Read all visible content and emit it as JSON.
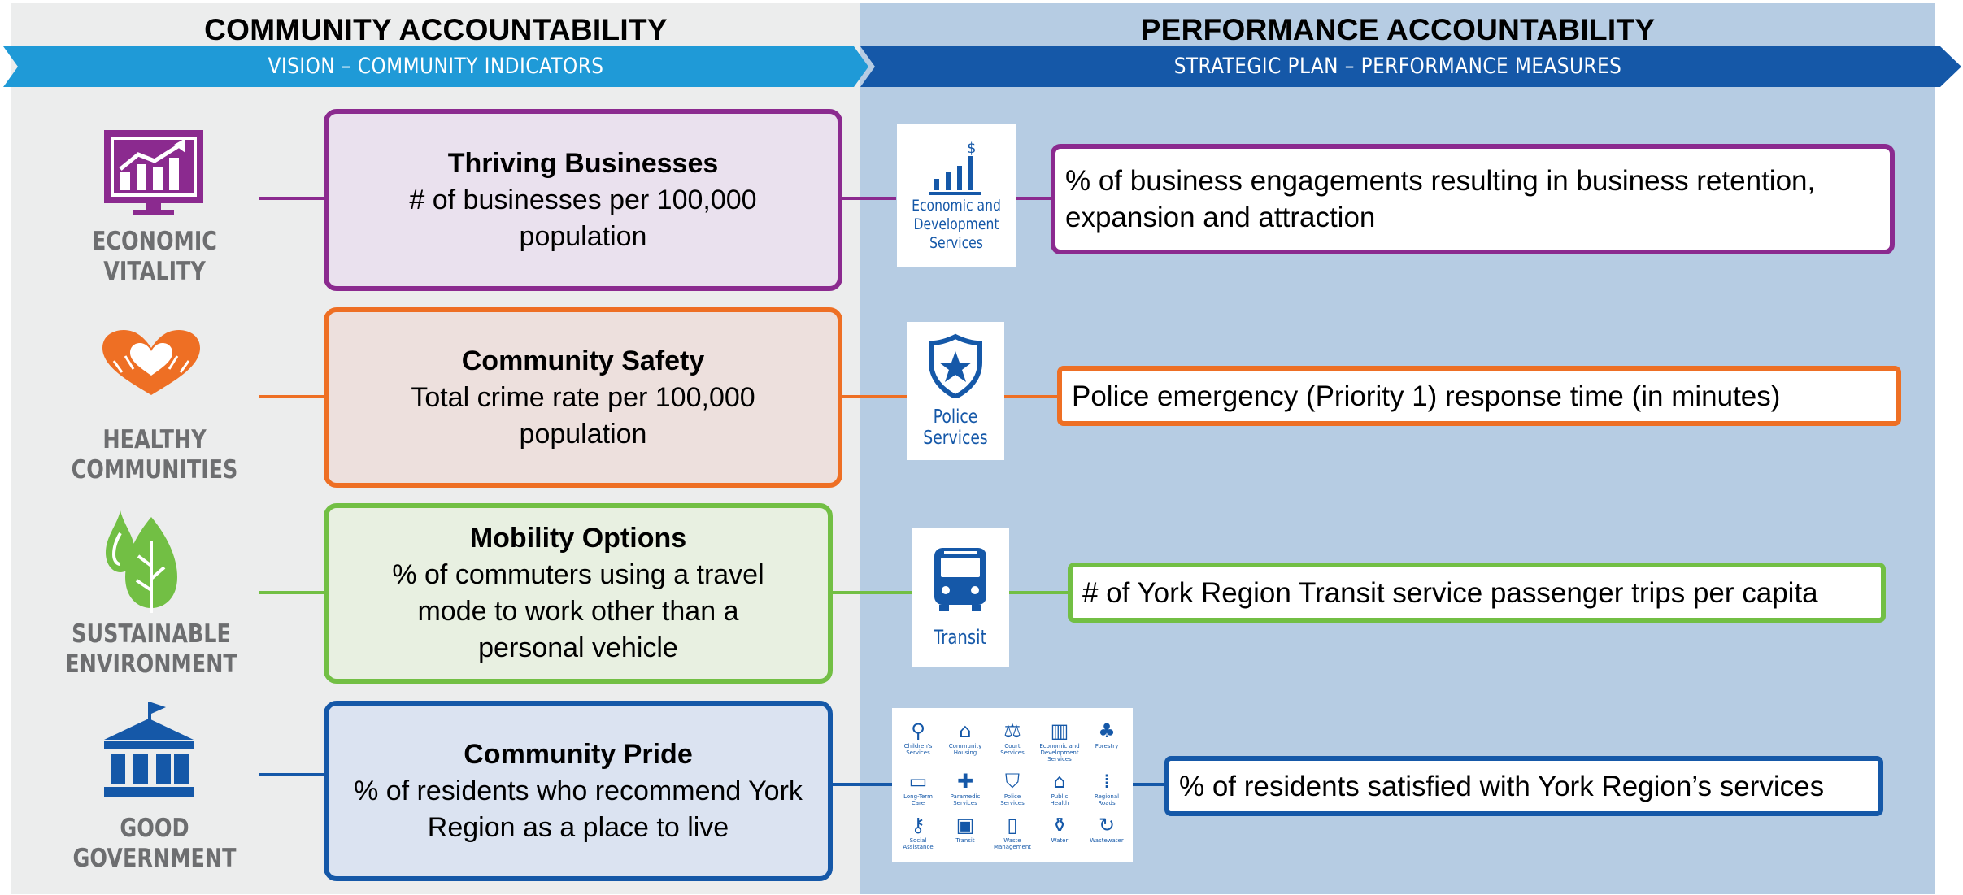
{
  "colors": {
    "left_panel": "#eceded",
    "right_panel": "#b6cce3",
    "banner_left": "#1f9ad7",
    "banner_right": "#1558a8",
    "economic": "#8b2a8f",
    "healthy": "#ee6f24",
    "sustainable": "#72bf44",
    "government": "#1558a8",
    "category_label": "#6d6e70"
  },
  "header": {
    "left_title": "COMMUNITY ACCOUNTABILITY",
    "right_title": "PERFORMANCE ACCOUNTABILITY",
    "left_banner": "VISION – COMMUNITY INDICATORS",
    "right_banner": "STRATEGIC PLAN – PERFORMANCE MEASURES"
  },
  "rows": [
    {
      "category": [
        "ECONOMIC",
        "VITALITY"
      ],
      "category_icon": "rising-chart-monitor-icon",
      "indicator_title": "Thriving Businesses",
      "indicator_text": "# of businesses per 100,000 population",
      "service_icon": "bar-chart-dollar-icon",
      "service_label": "Economic and Development Services",
      "measure": "% of business engagements resulting in business retention, expansion and attraction"
    },
    {
      "category": [
        "HEALTHY",
        "COMMUNITIES"
      ],
      "category_icon": "heart-hands-icon",
      "indicator_title": "Community Safety",
      "indicator_text": "Total crime rate per 100,000 population",
      "service_icon": "police-shield-star-icon",
      "service_label": "Police Services",
      "measure": "Police emergency (Priority 1) response time (in minutes)"
    },
    {
      "category": [
        "SUSTAINABLE",
        "ENVIRONMENT"
      ],
      "category_icon": "leaf-drop-icon",
      "indicator_title": "Mobility Options",
      "indicator_text": "% of commuters using a travel mode to work other than a personal vehicle",
      "service_icon": "bus-icon",
      "service_label": "Transit",
      "measure": "# of York Region Transit service passenger trips per capita"
    },
    {
      "category": [
        "GOOD",
        "GOVERNMENT"
      ],
      "category_icon": "government-building-icon",
      "indicator_title": "Community Pride",
      "indicator_text": "% of residents who recommend York Region as a place to live",
      "service_icon": "all-services-grid-icon",
      "service_label": "",
      "measure": "% of residents satisfied with York Region’s services"
    }
  ],
  "services_grid": [
    [
      "Children's",
      "Services"
    ],
    [
      "Community",
      "Housing"
    ],
    [
      "Court",
      "Services"
    ],
    [
      "Economic and",
      "Development",
      "Services"
    ],
    [
      "Forestry"
    ],
    [
      "Long-Term",
      "Care"
    ],
    [
      "Paramedic",
      "Services"
    ],
    [
      "Police",
      "Services"
    ],
    [
      "Public",
      "Health"
    ],
    [
      "Regional",
      "Roads"
    ],
    [
      "Social",
      "Assistance"
    ],
    [
      "Transit"
    ],
    [
      "Waste",
      "Management"
    ],
    [
      "Water"
    ],
    [
      "Wastewater"
    ]
  ]
}
